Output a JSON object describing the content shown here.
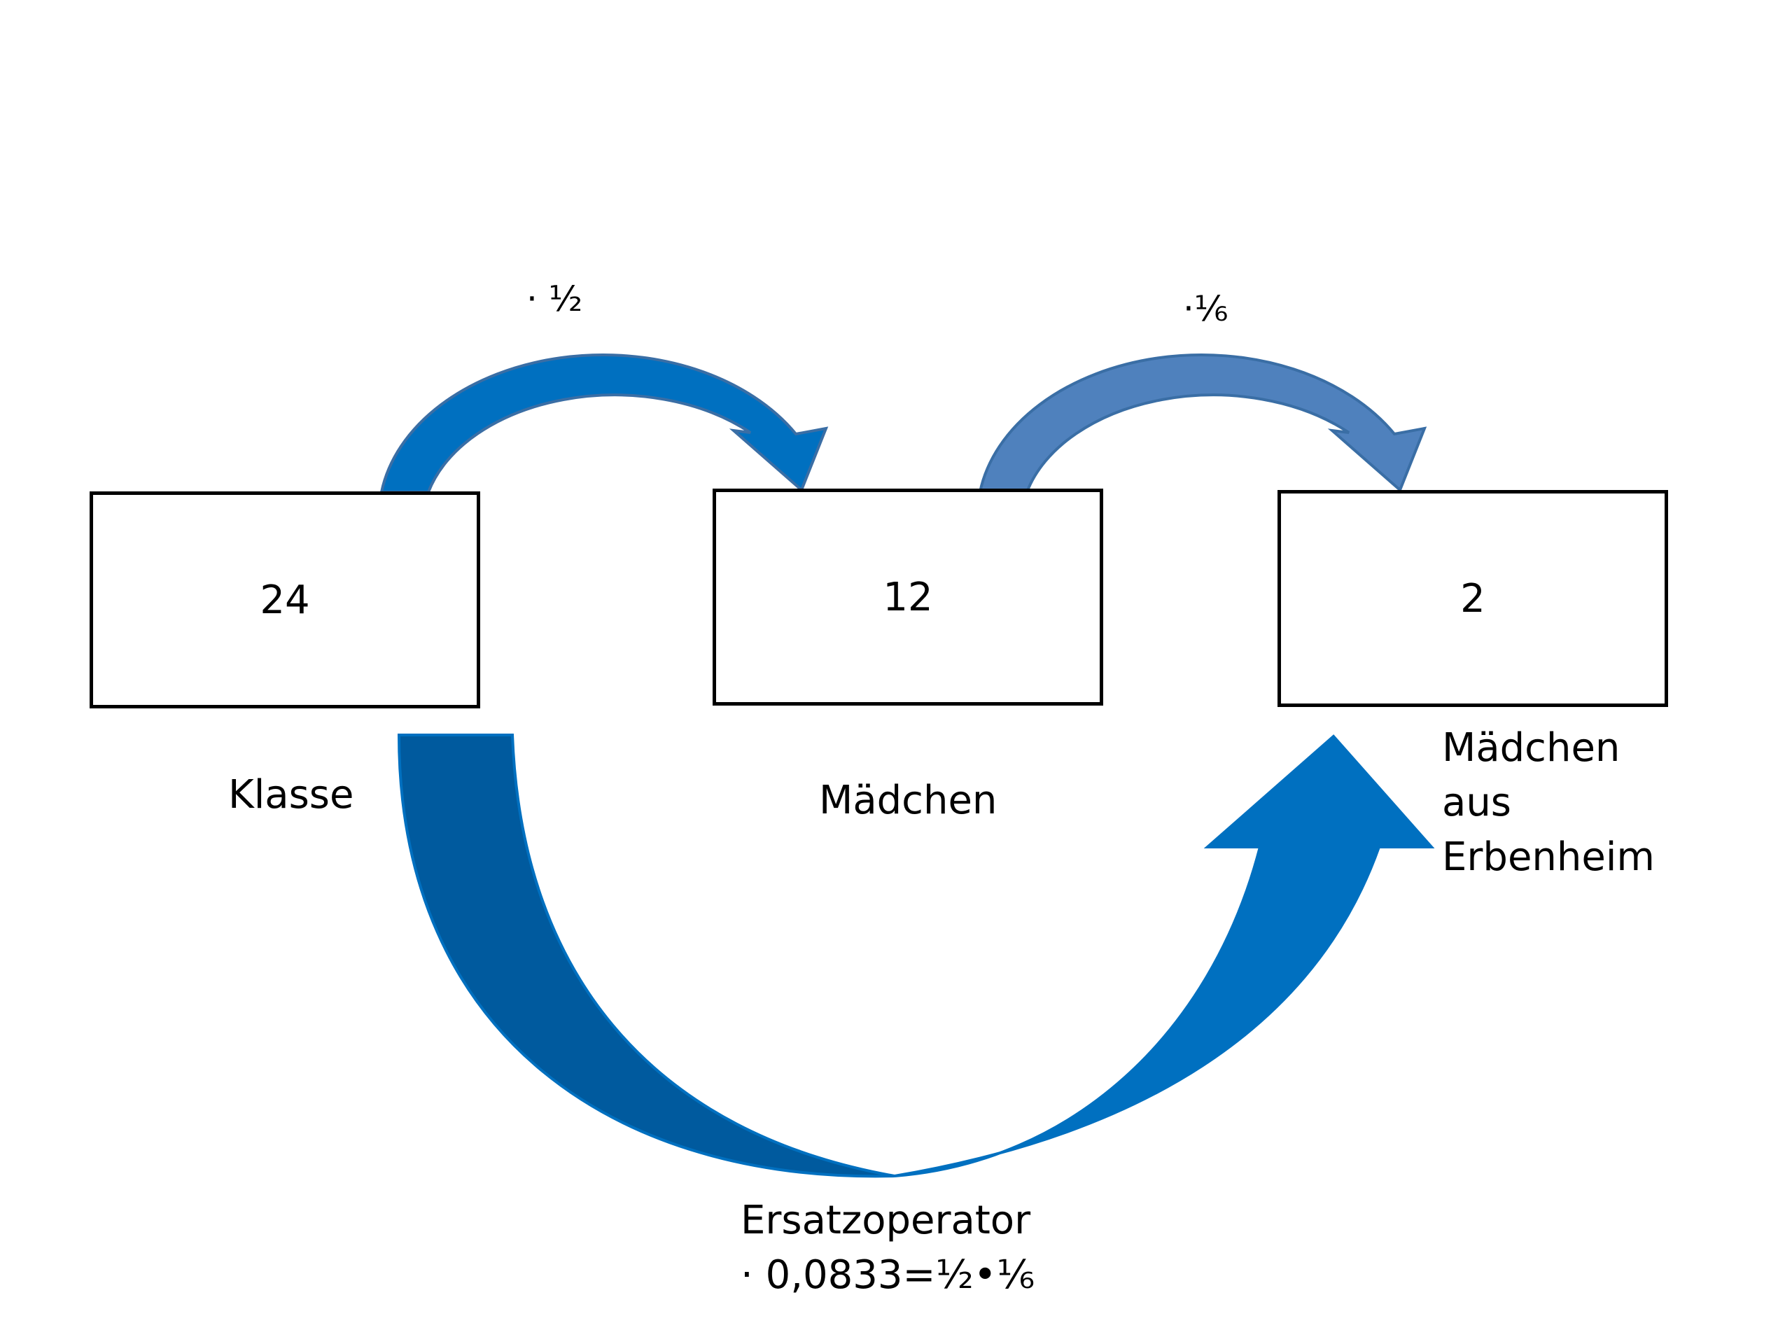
{
  "nodes": [
    {
      "value": "24",
      "label": "Klasse"
    },
    {
      "value": "12",
      "label": "Mädchen"
    },
    {
      "value": "2",
      "label_lines": [
        "Mädchen",
        "aus",
        "Erbenheim"
      ]
    }
  ],
  "operators": {
    "first": "· ½",
    "second": "·⅙",
    "replacement_title": "Ersatzoperator",
    "replacement_formula": "· 0,0833=½•⅙"
  },
  "colors": {
    "arrow_small_1": "#0070C0",
    "arrow_small_2": "#4F81BD",
    "arrow_big_left": "#005A9E",
    "arrow_big_right": "#0070C0",
    "arrow_outline": "#3A6EA5"
  }
}
